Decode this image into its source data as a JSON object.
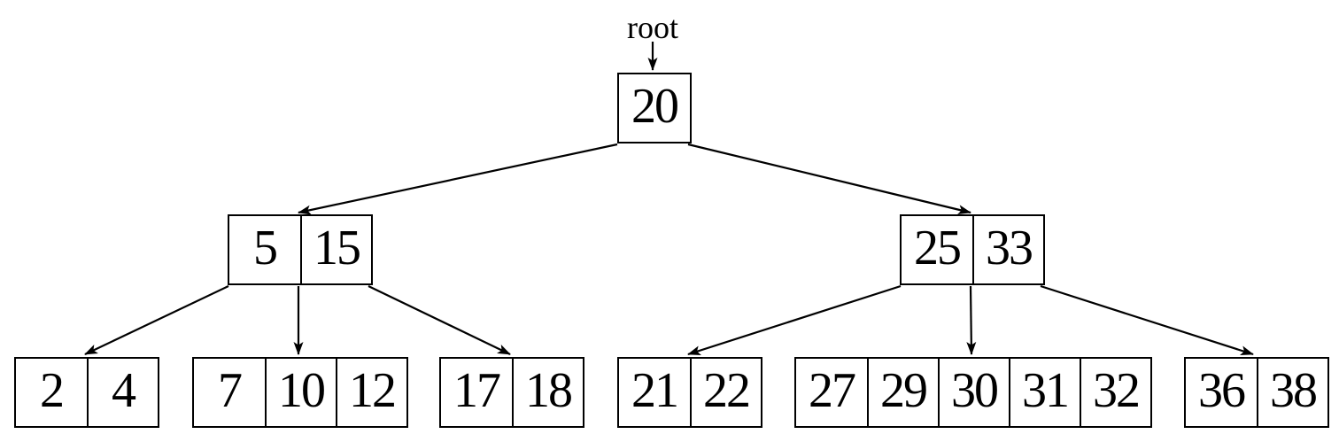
{
  "diagram": {
    "type": "b-tree",
    "root_pointer_label": "root",
    "colors": {
      "background": "#ffffff",
      "line": "#000000",
      "text": "#000000"
    },
    "nodes": {
      "root": {
        "keys": [
          "20"
        ]
      },
      "internal_left": {
        "keys": [
          "5",
          "15"
        ]
      },
      "internal_right": {
        "keys": [
          "25",
          "33"
        ]
      },
      "leaf_0": {
        "keys": [
          "2",
          "4"
        ]
      },
      "leaf_1": {
        "keys": [
          "7",
          "10",
          "12"
        ]
      },
      "leaf_2": {
        "keys": [
          "17",
          "18"
        ]
      },
      "leaf_3": {
        "keys": [
          "21",
          "22"
        ]
      },
      "leaf_4": {
        "keys": [
          "27",
          "29",
          "30",
          "31",
          "32"
        ]
      },
      "leaf_5": {
        "keys": [
          "36",
          "38"
        ]
      }
    },
    "edges": [
      {
        "from": "root-pointer-label",
        "to": "root"
      },
      {
        "from": "root",
        "to": "internal_left"
      },
      {
        "from": "root",
        "to": "internal_right"
      },
      {
        "from": "internal_left",
        "to": "leaf_0"
      },
      {
        "from": "internal_left",
        "to": "leaf_1"
      },
      {
        "from": "internal_left",
        "to": "leaf_2"
      },
      {
        "from": "internal_right",
        "to": "leaf_3"
      },
      {
        "from": "internal_right",
        "to": "leaf_4"
      },
      {
        "from": "internal_right",
        "to": "leaf_5"
      }
    ]
  }
}
